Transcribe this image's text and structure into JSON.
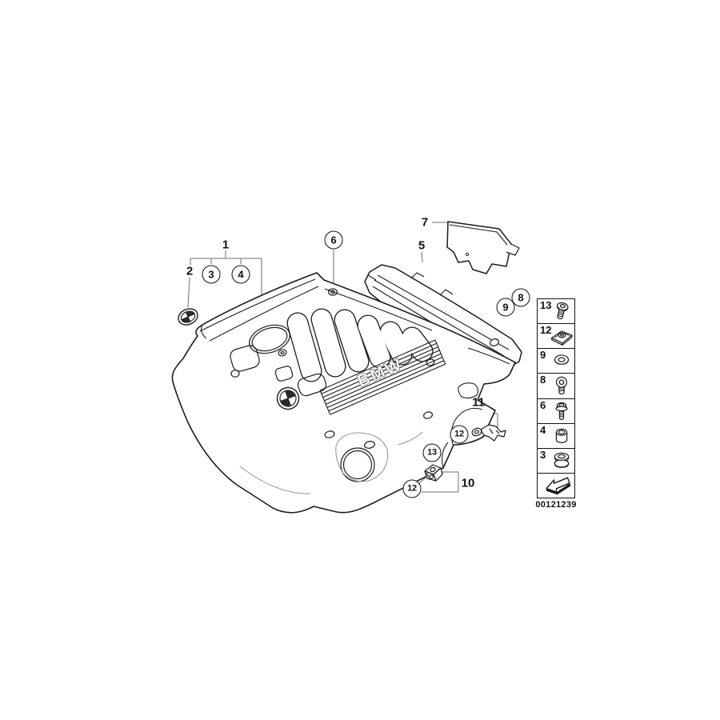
{
  "drawing": {
    "cover_logo": "BMW"
  },
  "callouts": {
    "n1": {
      "label": "1"
    },
    "n2": {
      "label": "2"
    },
    "n5": {
      "label": "5"
    },
    "n7": {
      "label": "7"
    },
    "n10": {
      "label": "10"
    },
    "n11": {
      "label": "11"
    },
    "b3": {
      "label": "3"
    },
    "b4": {
      "label": "4"
    },
    "b6": {
      "label": "6"
    },
    "b8": {
      "label": "8"
    },
    "b9": {
      "label": "9"
    },
    "b12_upper": {
      "label": "12"
    },
    "b13_lower": {
      "label": "13"
    },
    "b12_lower": {
      "label": "12"
    }
  },
  "legend": {
    "rows": [
      {
        "num": "13",
        "icon": "pan-head-screw"
      },
      {
        "num": "12",
        "icon": "clip-nut"
      },
      {
        "num": "9",
        "icon": "washer"
      },
      {
        "num": "8",
        "icon": "round-head-screw"
      },
      {
        "num": "6",
        "icon": "flange-bolt"
      },
      {
        "num": "4",
        "icon": "spacer-sleeve"
      },
      {
        "num": "3",
        "icon": "rubber-grommet"
      },
      {
        "num": "",
        "icon": "direction-arrow"
      }
    ],
    "part_number": "00121239"
  },
  "colors": {
    "line": "#1c1c1c",
    "leader": "#8c8c8c",
    "background": "#ffffff"
  }
}
